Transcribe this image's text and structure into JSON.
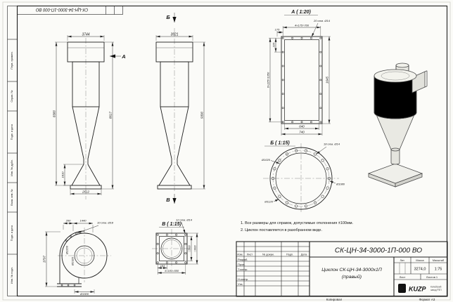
{
  "sheet": {
    "corner_stamp": "СК-ЦН-34-3000-1П-000 ВО",
    "side_strip": [
      "Перв. примен.",
      "Справ. №",
      "Подп. и дата",
      "Инв. № дубл.",
      "Взам. инв. №",
      "Подп. и дата",
      "Инв. № подл."
    ],
    "kopiroval": "Копировал",
    "format": "Формат А3"
  },
  "front_view": {
    "arrow": "А",
    "dim_top": "3744",
    "dim_left": "8380",
    "dim_right": "8617",
    "dim_cone": "1810",
    "dim_bottom": "2612"
  },
  "side_view": {
    "arrow_top": "Б",
    "arrow_bottom": "В",
    "dim_top": "3921",
    "dim_right": "9390"
  },
  "section_a": {
    "title": "А ( 1:20)",
    "holes": "20 отв. Ø14",
    "dim_pitch_top": "4×175=700",
    "dim_margin_top": "175",
    "dim_margin_left": "225",
    "dim_pitch_left": "6×225=1350",
    "dim_height": "1645",
    "dim_width_inner": "640",
    "dim_width_outer": "740"
  },
  "section_b": {
    "title": "Б ( 1:15)",
    "holes": "18 отв. Ø14",
    "d_inner": "Ø1020",
    "d_bolt": "Ø1080",
    "d_outer": "Ø1120"
  },
  "volute_view": {
    "dim_a": "200",
    "dim_b": "1440",
    "holes": "10 отв. Ø18",
    "dim_height": "3797",
    "d1": "Ø2206",
    "d2": "Ø2320",
    "d_out": "Ø1500"
  },
  "section_v": {
    "title": "В ( 1:15)",
    "holes": "12 отв. Ø14",
    "dim_margin": "183",
    "dim_pitch": "3×183=550",
    "s_inner": "□500",
    "s_outer": "□600"
  },
  "notes": {
    "line1": "1. Все размеры для справок, допустимые отклонения ±100мм.",
    "line2": "2. Циклон поставляется в разобранном виде."
  },
  "title_block": {
    "doc_number": "СК-ЦН-34-3000-1П-000 ВО",
    "product_line1": "Циклон СК-ЦН-34-3000х1П",
    "product_line2": "(правый)",
    "col_izm": "Изм.",
    "col_list": "Лист",
    "col_doc": "№ докум.",
    "col_podp": "Подп.",
    "col_data": "Дата",
    "row_razrab": "Разраб.",
    "row_prov": "Пров.",
    "row_tkontr": "Т.контр.",
    "row_nkontr": "Н.контр.",
    "row_utv": "Утв.",
    "lit": "Лит.",
    "massa": "Масса",
    "masshtab": "Масштаб",
    "massa_value": "3274,0",
    "masshtab_value": "1:75",
    "list_label": "Лист",
    "listov_label": "Листов 1",
    "logo_letter": "K",
    "logo": "KUZP",
    "company_line1": "Копейский",
    "company_line2": "завод РЗП"
  }
}
